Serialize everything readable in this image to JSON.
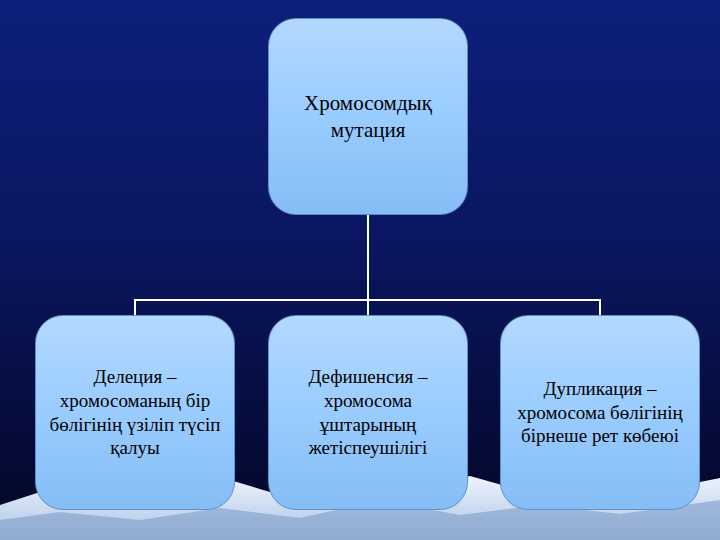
{
  "diagram": {
    "nodes": [
      {
        "text": [
          "Хромосомдық мутация"
        ]
      },
      {
        "text": [
          "Делеция – хромосоманың бір бөлігінің үзіліп түсіп қалуы"
        ]
      },
      {
        "text": [
          "Дефишенсия – хромосома ұштарының жетіспеушілігі"
        ]
      },
      {
        "text": [
          "Дупликация – хромосома бөлігінің бірнеше рет көбеюі"
        ]
      }
    ],
    "edges": [
      {
        "from": 0,
        "to": 1,
        "arrow": "none"
      },
      {
        "from": 0,
        "to": 2,
        "arrow": "none"
      },
      {
        "from": 0,
        "to": 3,
        "arrow": "none"
      }
    ]
  }
}
